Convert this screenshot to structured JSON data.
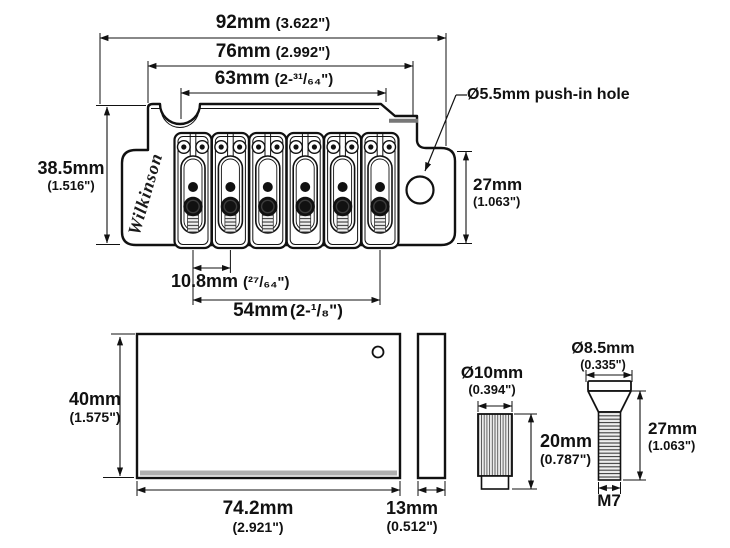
{
  "brand": {
    "logo_text": "Wilkinson"
  },
  "top_view": {
    "total_width_mm": "92mm",
    "total_width_in": "(3.622\")",
    "outer_mount_mm": "76mm",
    "outer_mount_in": "(2.992\")",
    "inner_span_mm": "63mm",
    "inner_span_in": "(2-³¹/₆₄\")",
    "depth_mm": "38.5mm",
    "depth_in": "(1.516\")",
    "right_depth_mm": "27mm",
    "right_depth_in": "(1.063\")",
    "push_in_hole_label": "Ø5.5mm push-in hole",
    "string_spacing_mm": "10.8mm",
    "string_spacing_in": "(²⁷/₆₄\")",
    "string_span_mm": "54mm",
    "string_span_in": "(2-¹/₈\")"
  },
  "block_front_view": {
    "height_mm": "40mm",
    "height_in": "(1.575\")",
    "width_mm": "74.2mm",
    "width_in": "(2.921\")"
  },
  "block_side_view": {
    "thickness_mm": "13mm",
    "thickness_in": "(0.512\")"
  },
  "anchor_bushing": {
    "diameter_mm": "Ø10mm",
    "diameter_in": "(0.394\")",
    "length_mm": "20mm",
    "length_in": "(0.787\")"
  },
  "stud_screw": {
    "head_diameter_mm": "Ø8.5mm",
    "head_diameter_in": "(0.335\")",
    "length_mm": "27mm",
    "length_in": "(1.063\")",
    "thread_label": "M7"
  }
}
